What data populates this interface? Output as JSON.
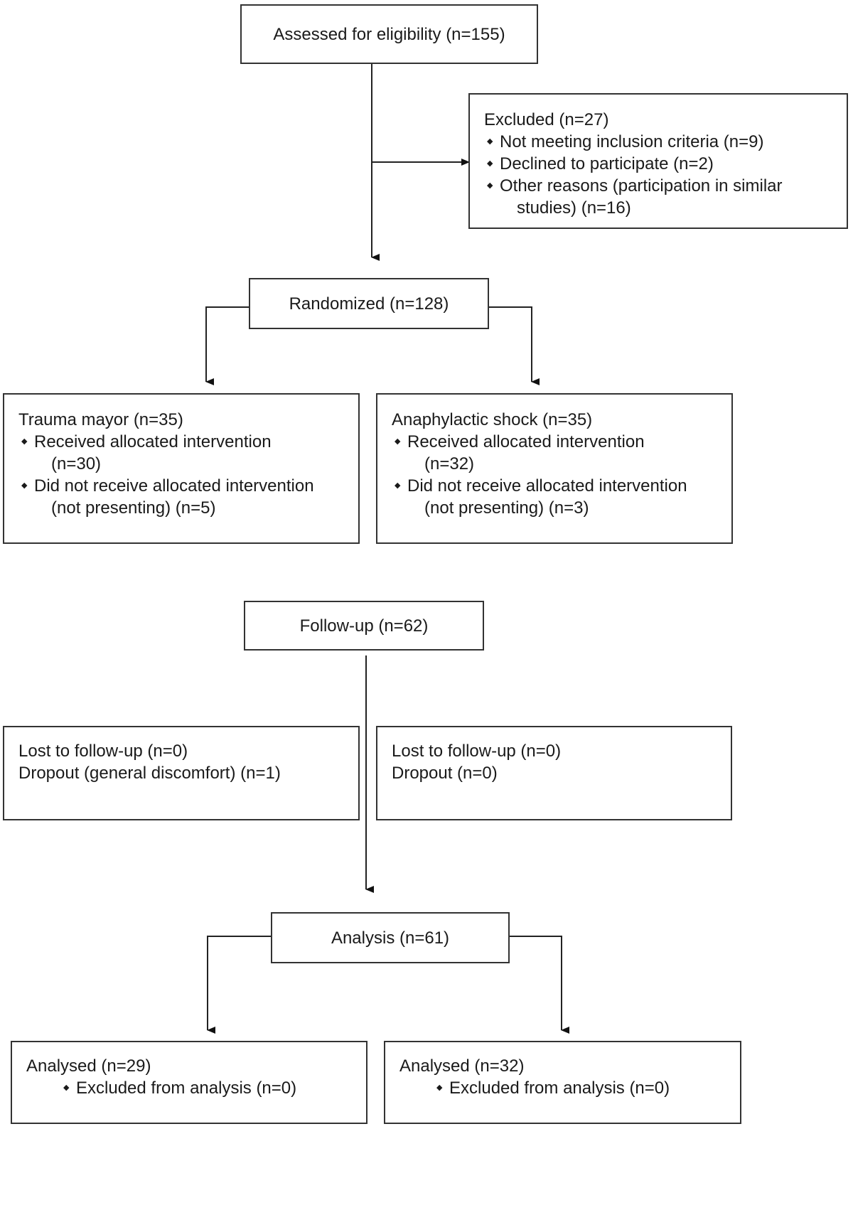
{
  "assessed": "Assessed for eligibility (n=155)",
  "excluded": {
    "title": "Excluded (n=27)",
    "items": [
      "Not meeting inclusion criteria (n=9)",
      "Declined to participate (n=2)",
      "Other reasons (participation in similar"
    ],
    "item3_cont": "studies) (n=16)"
  },
  "randomized": "Randomized (n=128)",
  "arm_left": {
    "title": "Trauma mayor (n=35)",
    "received": "Received allocated intervention",
    "received_n": "(n=30)",
    "not_received": "Did not receive allocated intervention",
    "not_received_n": "(not presenting) (n=5)"
  },
  "arm_right": {
    "title": "Anaphylactic shock (n=35)",
    "received": "Received allocated intervention",
    "received_n": "(n=32)",
    "not_received": "Did not receive allocated intervention",
    "not_received_n": "(not presenting) (n=3)"
  },
  "followup": "Follow-up (n=62)",
  "lost_left": {
    "line1": "Lost to follow-up (n=0)",
    "line2": "Dropout (general discomfort) (n=1)"
  },
  "lost_right": {
    "line1": "Lost to follow-up (n=0)",
    "line2": "Dropout (n=0)"
  },
  "analysis": "Analysis (n=61)",
  "analysed_left": {
    "title": "Analysed (n=29)",
    "item": "Excluded from analysis (n=0)"
  },
  "analysed_right": {
    "title": "Analysed (n=32)",
    "item": "Excluded from analysis (n=0)"
  }
}
